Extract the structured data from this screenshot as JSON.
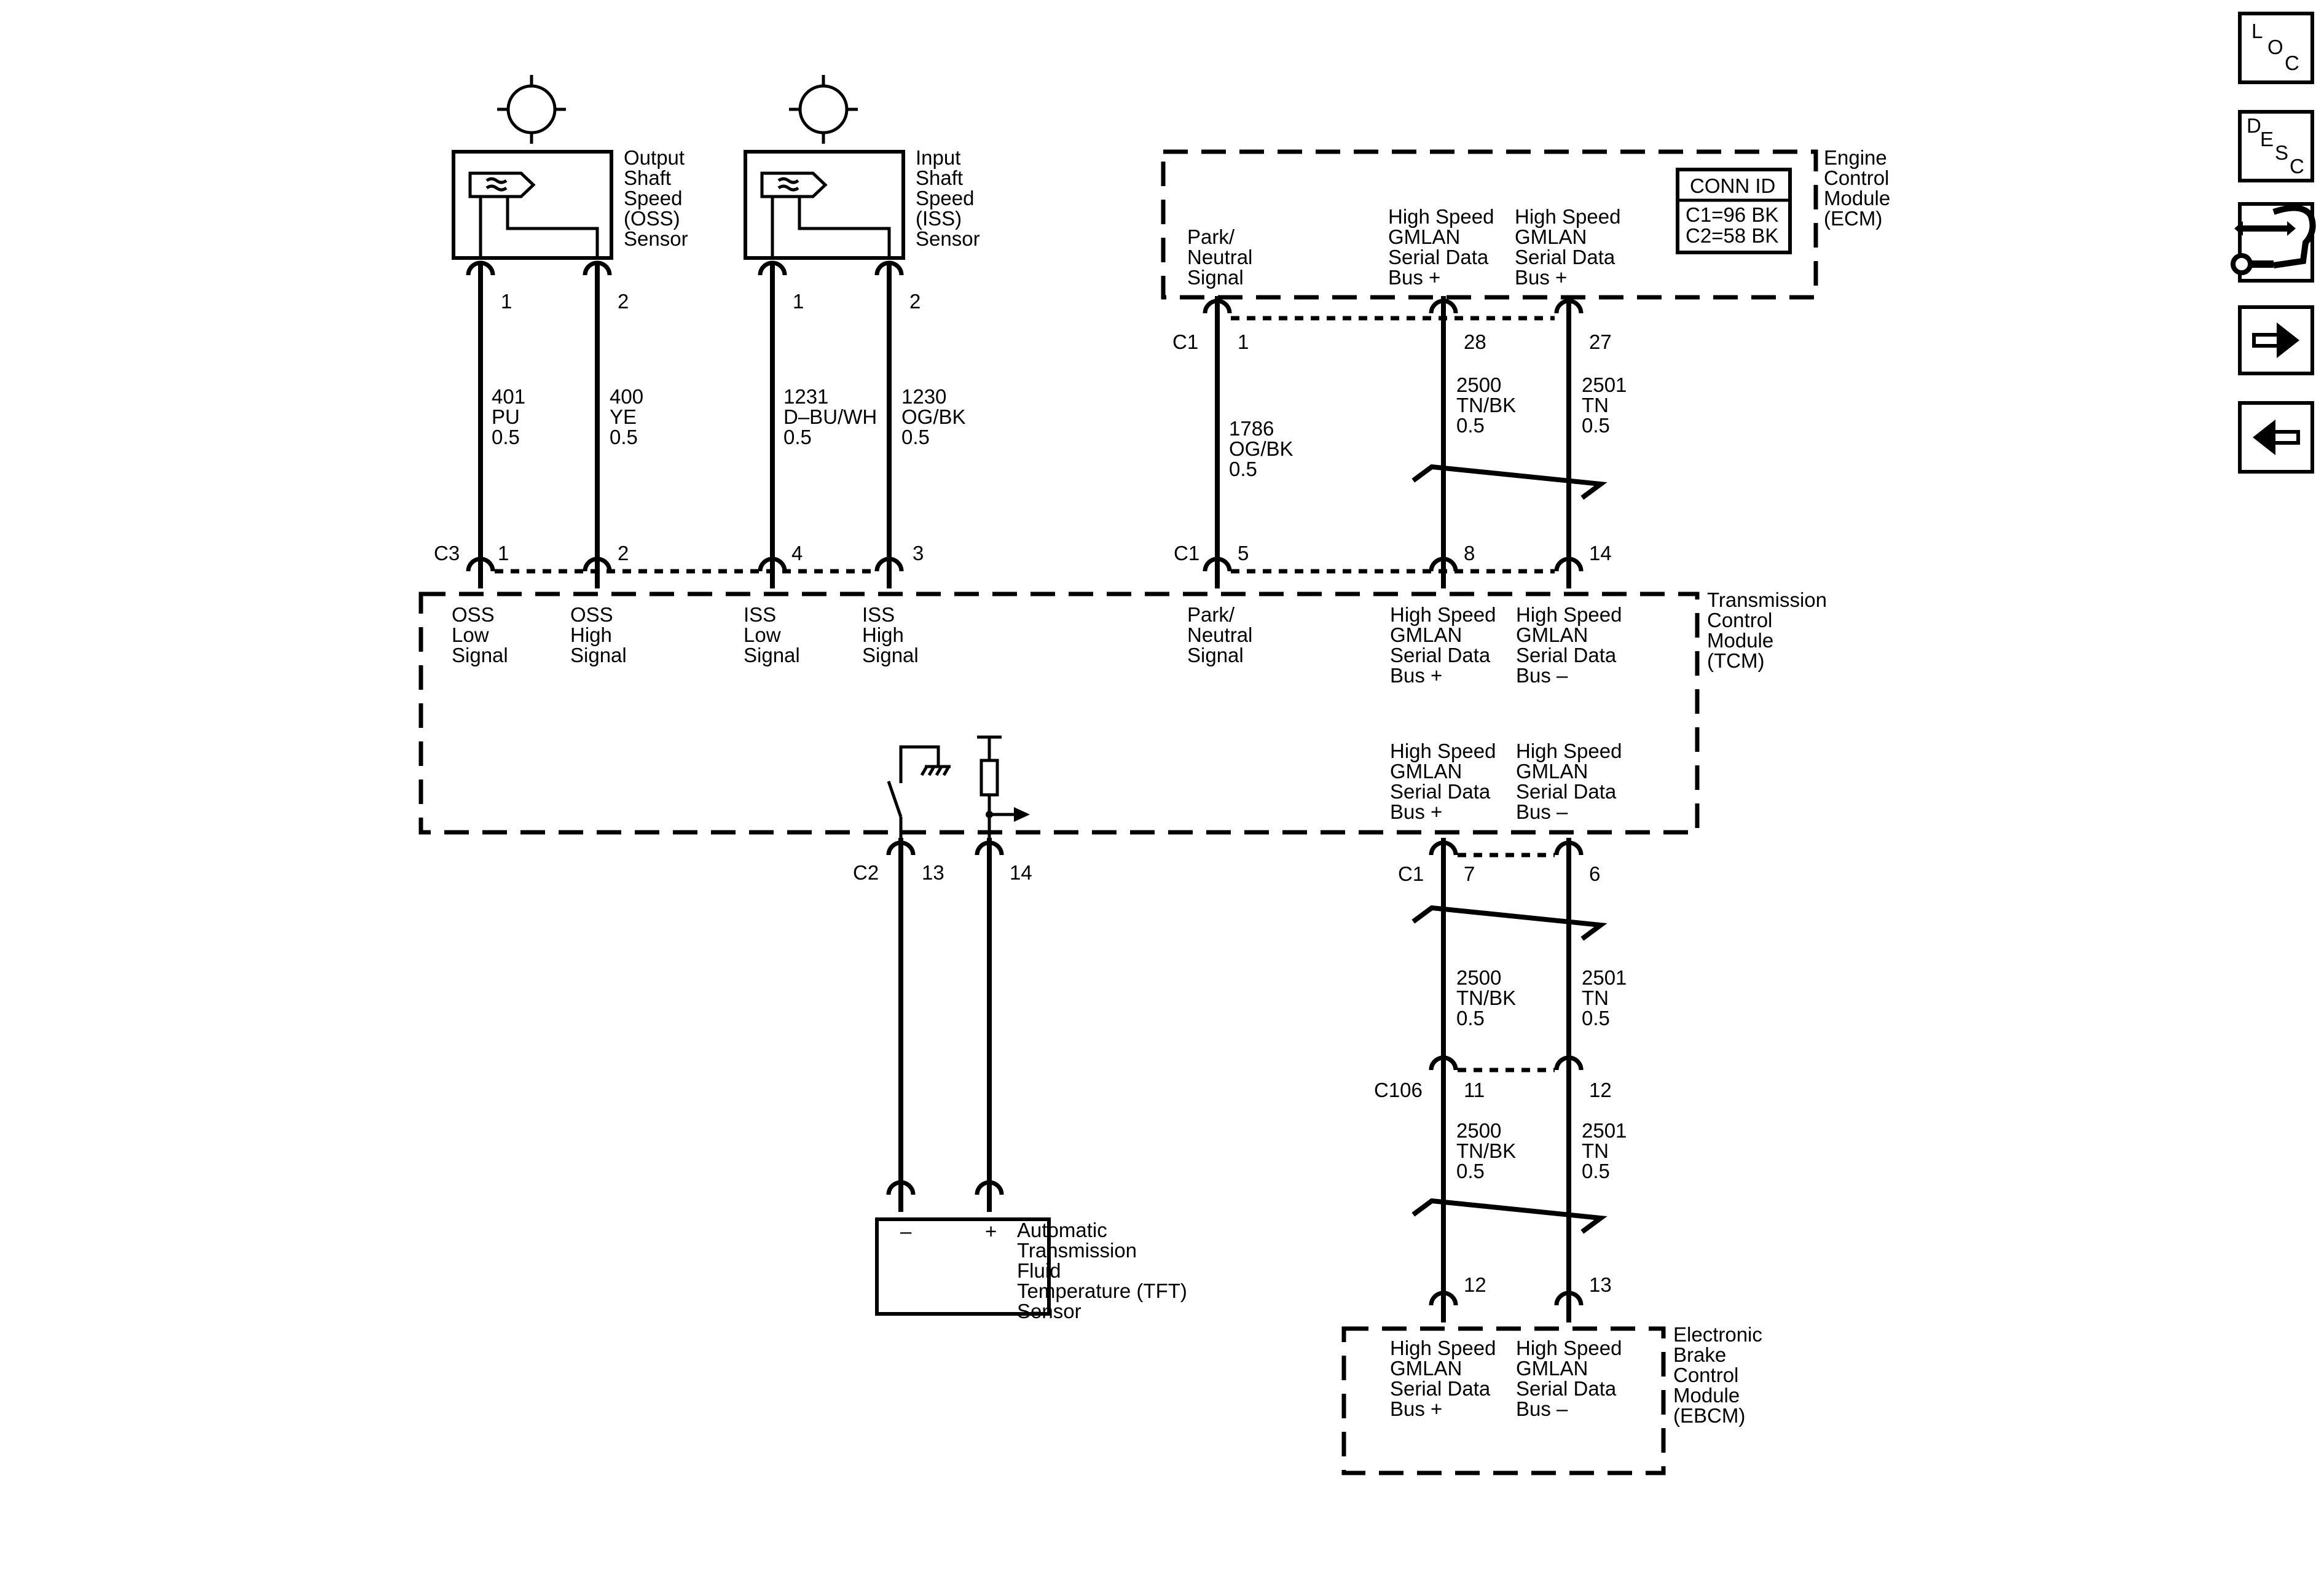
{
  "components": {
    "oss": [
      "Output",
      "Shaft",
      "Speed",
      "(OSS)",
      "Sensor"
    ],
    "iss": [
      "Input",
      "Shaft",
      "Speed",
      "(ISS)",
      "Sensor"
    ],
    "ecm": [
      "Engine",
      "Control",
      "Module",
      "(ECM)"
    ],
    "tcm": [
      "Transmission",
      "Control",
      "Module",
      "(TCM)"
    ],
    "ebcm": [
      "Electronic",
      "Brake",
      "Control",
      "Module",
      "(EBCM)"
    ],
    "tft": [
      "Automatic",
      "Transmission",
      "Fluid",
      "Temperature (TFT)",
      "Sensor"
    ]
  },
  "conn_id": {
    "title": "CONN ID",
    "rows": [
      "C1=96 BK",
      "C2=58 BK"
    ]
  },
  "connectors": {
    "c1": "C1",
    "c2": "C2",
    "c3": "C3",
    "c106": "C106"
  },
  "signals": {
    "park_neutral": [
      "Park/",
      "Neutral",
      "Signal"
    ],
    "gmlan_plus": [
      "High Speed",
      "GMLAN",
      "Serial Data",
      "Bus +"
    ],
    "gmlan_minus": [
      "High Speed",
      "GMLAN",
      "Serial Data",
      "Bus –"
    ],
    "oss_low": [
      "OSS",
      "Low",
      "Signal"
    ],
    "oss_high": [
      "OSS",
      "High",
      "Signal"
    ],
    "iss_low": [
      "ISS",
      "Low",
      "Signal"
    ],
    "iss_high": [
      "ISS",
      "High",
      "Signal"
    ]
  },
  "pins": {
    "oss_1": "1",
    "oss_2": "2",
    "iss_1": "1",
    "iss_2": "2",
    "c3_1": "1",
    "c3_2": "2",
    "c3_4": "4",
    "c3_3": "3",
    "ecm_1": "1",
    "ecm_28": "28",
    "ecm_27": "27",
    "tcm_5": "5",
    "tcm_8": "8",
    "tcm_14": "14",
    "c2_13": "13",
    "c2_14": "14",
    "c1_7": "7",
    "c1_6": "6",
    "c106_11": "11",
    "c106_12": "12",
    "ebcm_12": "12",
    "ebcm_13": "13"
  },
  "wires": {
    "w401": [
      "401",
      "PU",
      "0.5"
    ],
    "w400": [
      "400",
      "YE",
      "0.5"
    ],
    "w1231": [
      "1231",
      "D–BU/WH",
      "0.5"
    ],
    "w1230": [
      "1230",
      "OG/BK",
      "0.5"
    ],
    "w1786": [
      "1786",
      "OG/BK",
      "0.5"
    ],
    "w2500": [
      "2500",
      "TN/BK",
      "0.5"
    ],
    "w2501": [
      "2501",
      "TN",
      "0.5"
    ]
  },
  "tft_polarity": {
    "minus": "–",
    "plus": "+"
  },
  "nav": {
    "loc": [
      "L",
      "O",
      "C"
    ],
    "desc": [
      "D",
      "E",
      "S",
      "C"
    ],
    "icons": [
      "location-icon",
      "description-icon",
      "connector-repair-icon",
      "next-arrow-icon",
      "previous-arrow-icon"
    ]
  }
}
